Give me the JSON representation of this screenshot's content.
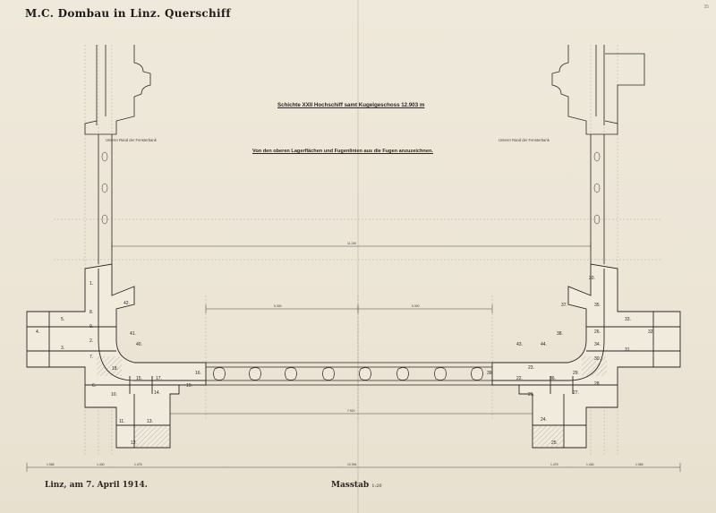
{
  "title": "M.C. Dombau in Linz. Querschiff",
  "subtitle": "Schichte XXII Hochschiff samt Kugelgeschoss 12.903 m",
  "note": "Von den oberen Lagerflächen und Fugenlinien aus die Fugen anzuzeichnen.",
  "label_left": "Unterer Rand der Fensterbank",
  "label_right": "Unterer Rand der Fensterbank",
  "place_date": "Linz, am 7. April 1914.",
  "scale_label": "Masstab",
  "scale_value": "1:20",
  "page_number": "35",
  "stones_left": [
    "1.",
    "2.",
    "3.",
    "4.",
    "5.",
    "6.",
    "7.",
    "8.",
    "9.",
    "10.",
    "11.",
    "12.",
    "13.",
    "14.",
    "15.",
    "16.",
    "17.",
    "18.",
    "19.",
    "40.",
    "41.",
    "42."
  ],
  "stones_right": [
    "20.",
    "21.",
    "22.",
    "23.",
    "24.",
    "25.",
    "26.",
    "27.",
    "28.",
    "29.",
    "30.",
    "31.",
    "32.",
    "33.",
    "34.",
    "35.",
    "36.",
    "37.",
    "38.",
    "39.",
    "43.",
    "44."
  ],
  "dims": {
    "top_span": "11.240",
    "mid_left": "5.300",
    "mid_right": "5.300",
    "lower_span": "7.920",
    "bottom_span": "10.994",
    "bl_a": "1.965",
    "bl_b": "1.430",
    "bl_c": "1.475",
    "br_a": "1.475",
    "br_b": "1.430",
    "br_c": "1.965"
  },
  "colors": {
    "paper": "#ece5d6",
    "ink": "#2a2622",
    "pencil": "#7a7068"
  }
}
